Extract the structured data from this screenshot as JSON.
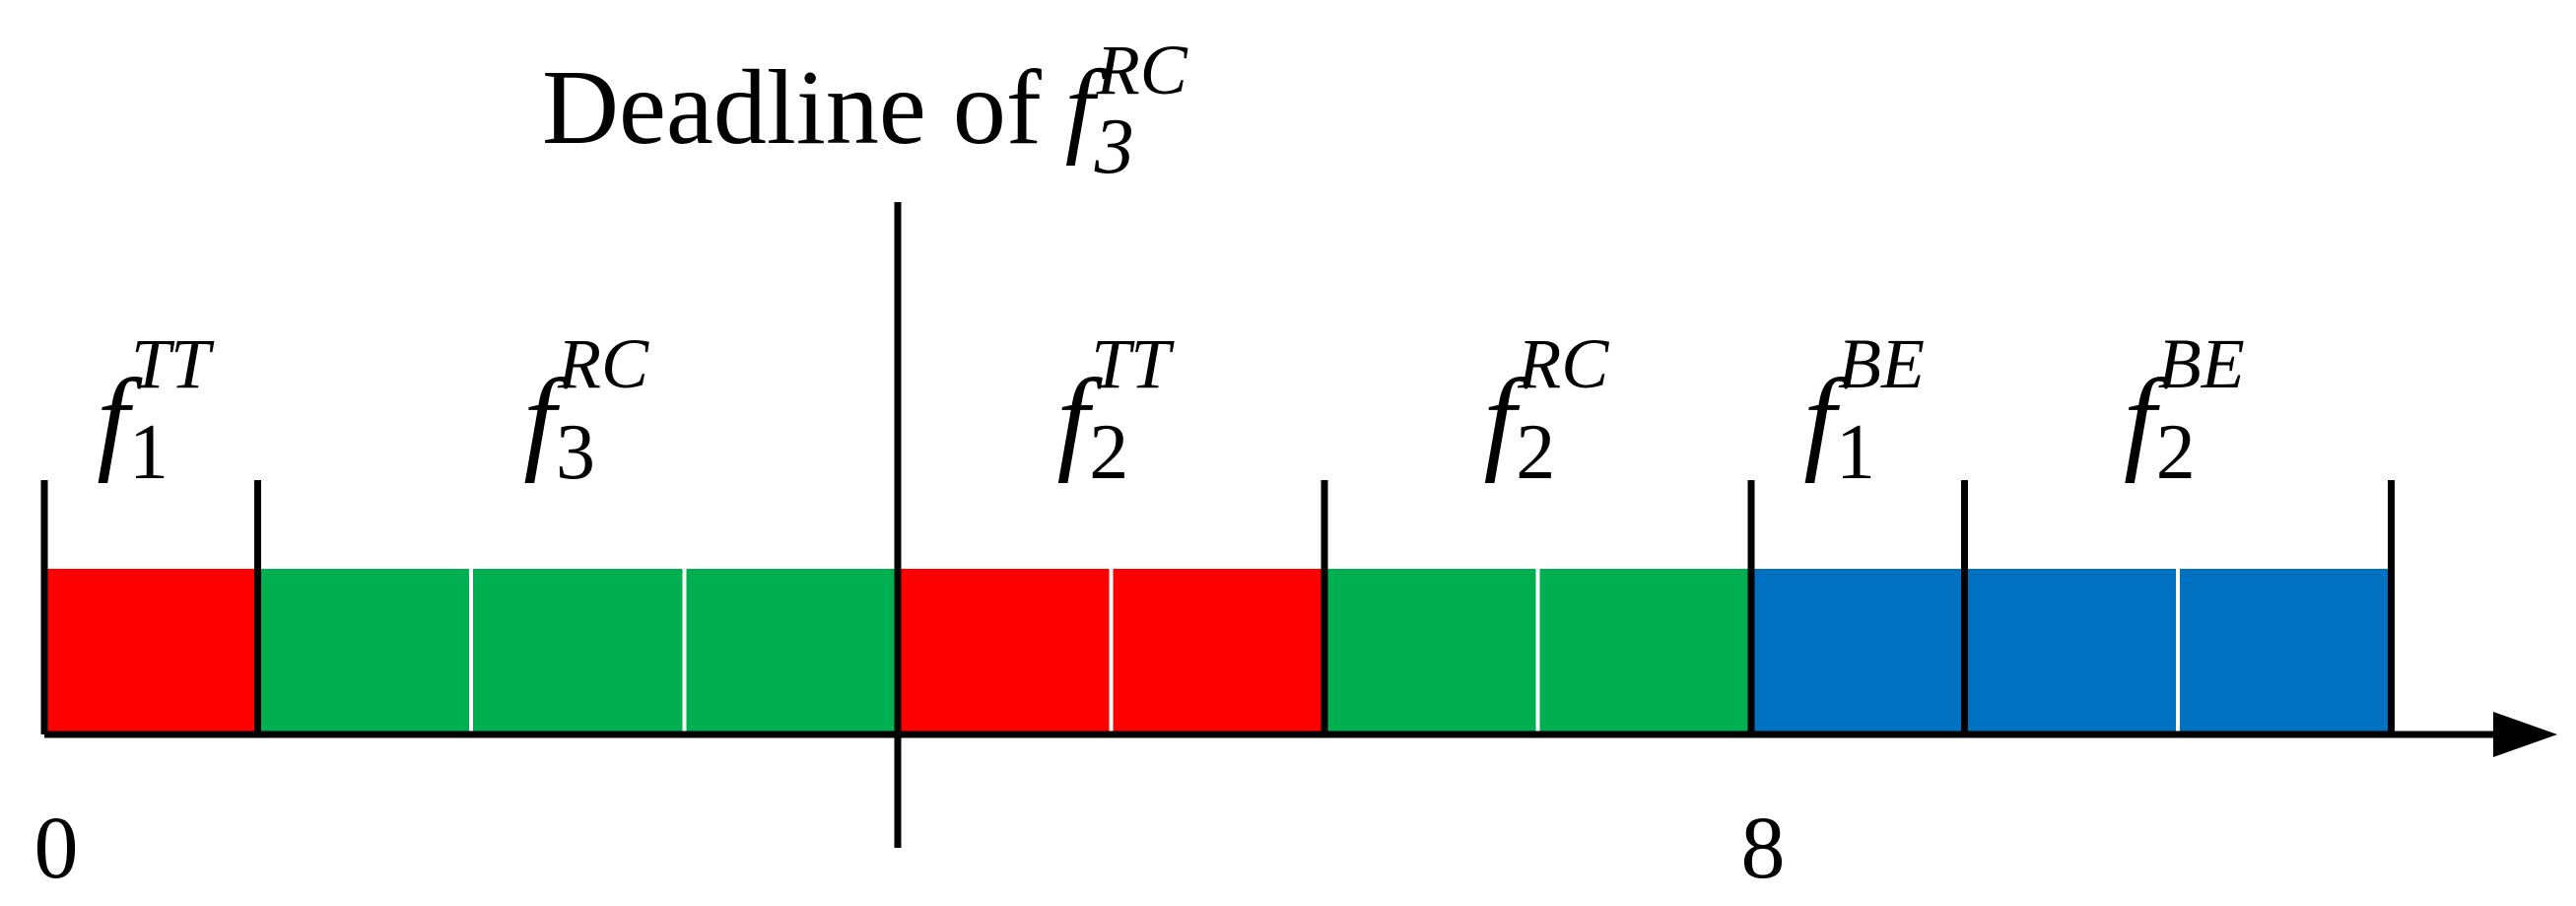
{
  "title": {
    "prefix": "Deadline of",
    "flow": {
      "base": "f",
      "sub": "3",
      "sup": "RC"
    }
  },
  "axis": {
    "ticks": [
      {
        "label": "0",
        "slot": 0
      },
      {
        "label": "8",
        "slot": 8
      }
    ]
  },
  "deadline_slot": 4,
  "colors": {
    "TT": "#ff0000",
    "RC": "#00b050",
    "BE": "#0070c0",
    "line": "#000000",
    "slot_divider": "#ffffff"
  },
  "flows": [
    {
      "base": "f",
      "sub": "1",
      "sup": "TT",
      "class": "TT",
      "start": 0,
      "slots": 1
    },
    {
      "base": "f",
      "sub": "3",
      "sup": "RC",
      "class": "RC",
      "start": 1,
      "slots": 3
    },
    {
      "base": "f",
      "sub": "2",
      "sup": "TT",
      "class": "TT",
      "start": 4,
      "slots": 2
    },
    {
      "base": "f",
      "sub": "2",
      "sup": "RC",
      "class": "RC",
      "start": 6,
      "slots": 2
    },
    {
      "base": "f",
      "sub": "1",
      "sup": "BE",
      "class": "BE",
      "start": 8,
      "slots": 1
    },
    {
      "base": "f",
      "sub": "2",
      "sup": "BE",
      "class": "BE",
      "start": 9,
      "slots": 2
    }
  ]
}
